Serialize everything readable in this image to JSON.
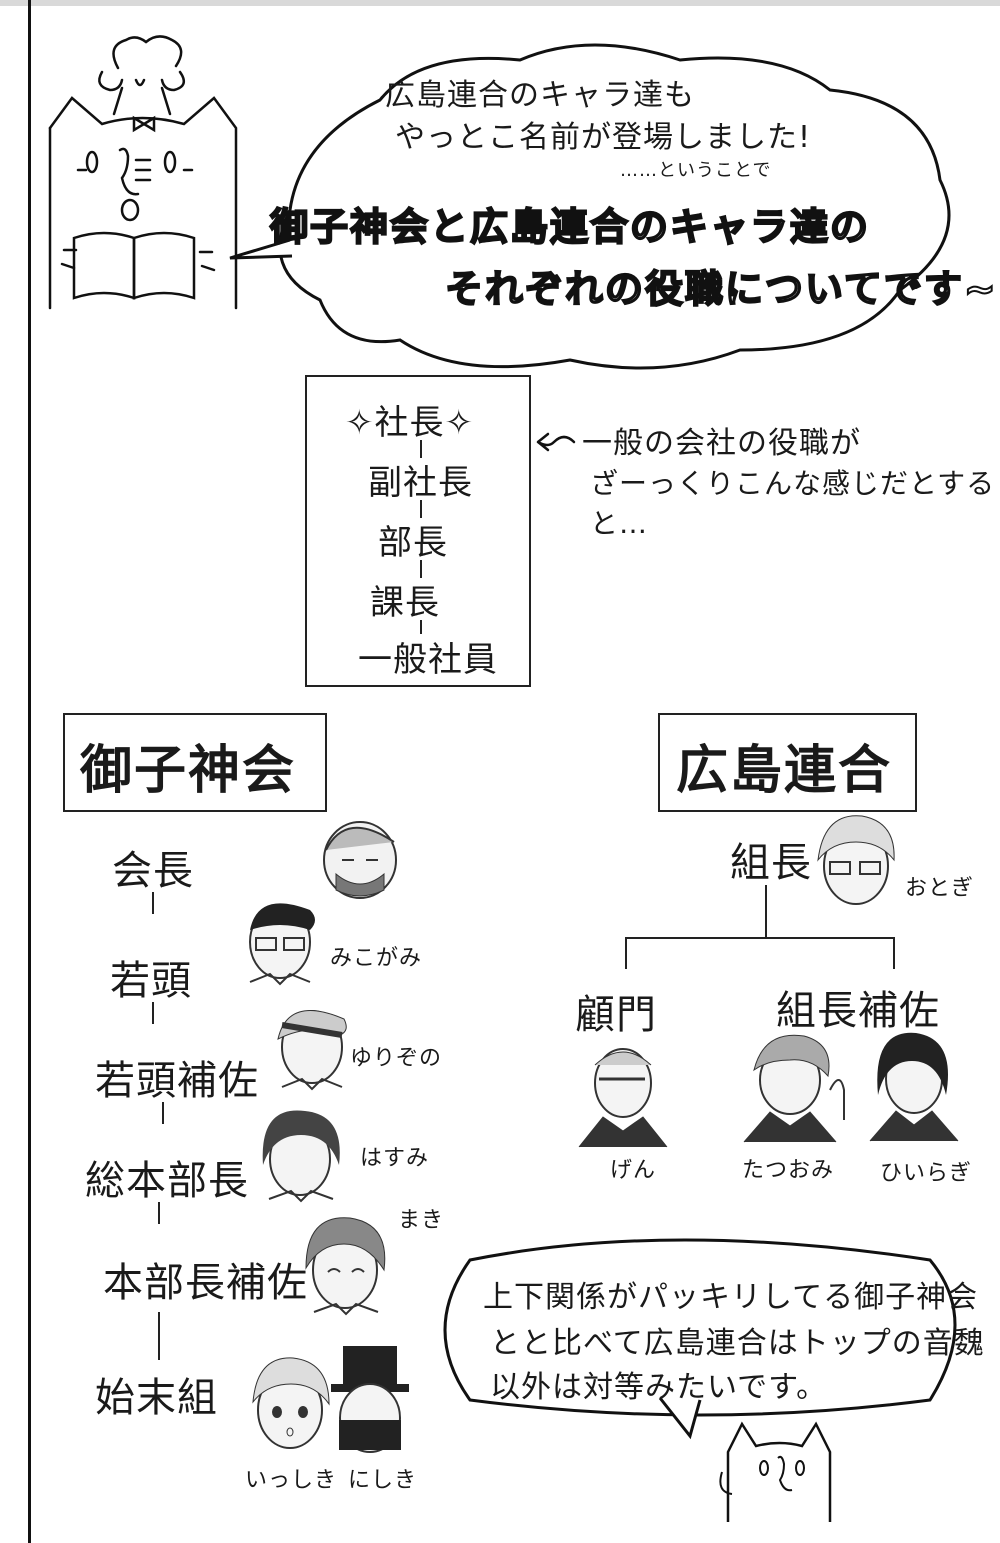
{
  "intro_bubble": {
    "line1": "広島連合のキャラ達も",
    "line2": "やっとこ名前が登場しました!",
    "line3": "……ということで",
    "line4": "御子神会と広島連合のキャラ達の",
    "line5": "それぞれの役職についてです~"
  },
  "company_chart": {
    "ranks": [
      "✧社長✧",
      "副社長",
      "部長",
      "課長",
      "一般社員"
    ],
    "note_line1": "一般の会社の役職が",
    "note_line2": "ざーっくりこんな感じだとすると…"
  },
  "mikogami": {
    "title": "御子神会",
    "ranks": [
      "会長",
      "若頭",
      "若頭補佐",
      "総本部長",
      "本部長補佐",
      "始末組"
    ],
    "names": [
      "みこがみ",
      "ゆりぞの",
      "はすみ",
      "まき",
      "いっしき",
      "にしき"
    ]
  },
  "hiroshima": {
    "title": "広島連合",
    "boss_label": "組長",
    "boss_name": "おとぎ",
    "left_label": "顧門",
    "right_label": "組長補佐",
    "names": [
      "げん",
      "たつおみ",
      "ひいらぎ"
    ]
  },
  "closing_bubble": {
    "line1": "上下関係がパッキリしてる御子神会",
    "line2": "とと比べて広島連合はトップの音魏",
    "line3": "以外は対等みたいです。"
  }
}
